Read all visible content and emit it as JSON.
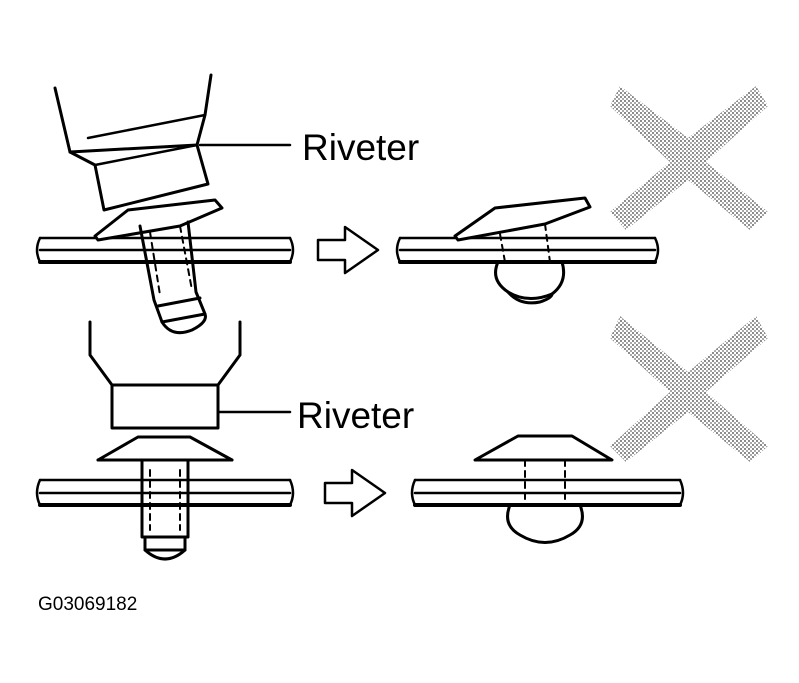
{
  "labels": {
    "riveter_top": "Riveter",
    "riveter_bottom": "Riveter",
    "figure_code": "G03069182"
  },
  "icons": {
    "x_mark": "x-mark-icon",
    "arrow": "arrow-right-icon"
  },
  "colors": {
    "line": "#000000",
    "background": "#ffffff",
    "x_mark_fill": "#9a9a9a"
  }
}
